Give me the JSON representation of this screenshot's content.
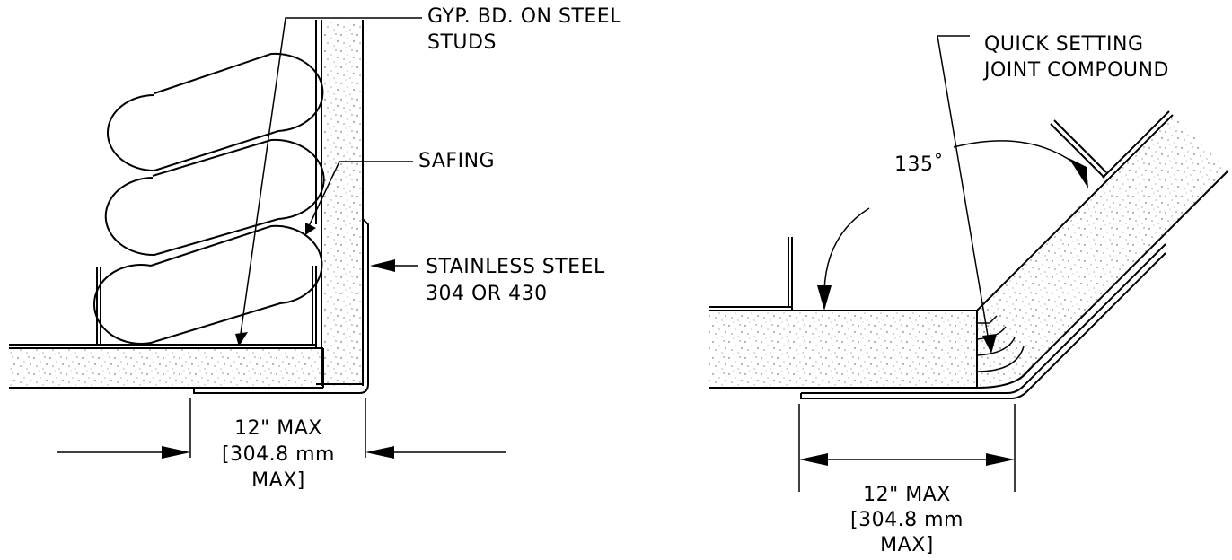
{
  "left_detail": {
    "label_gyp_line1": "GYP. BD. ON STEEL",
    "label_gyp_line2": "STUDS",
    "label_safing": "SAFING",
    "label_steel_line1": "STAINLESS STEEL",
    "label_steel_line2": "304 OR 430",
    "dimension_line1": "12\" MAX",
    "dimension_line2": "[304.8 mm",
    "dimension_line3": "MAX]"
  },
  "right_detail": {
    "label_compound_line1": "QUICK SETTING",
    "label_compound_line2": "JOINT COMPOUND",
    "angle_label": "135˚",
    "dimension_line1": "12\" MAX",
    "dimension_line2": "[304.8 mm",
    "dimension_line3": "MAX]"
  },
  "colors": {
    "line": "#000000",
    "background": "#ffffff"
  }
}
